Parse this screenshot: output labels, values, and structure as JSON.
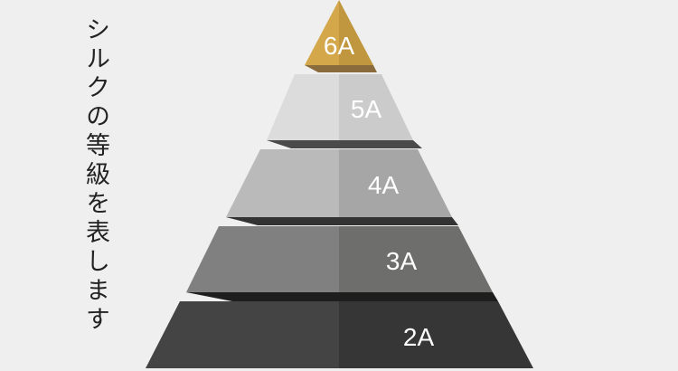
{
  "title": "シルクの等級を表します",
  "levels": [
    {
      "label": "6A",
      "left": "#d4a84a",
      "right": "#c0963f",
      "shadow": "#8a6b3b"
    },
    {
      "label": "5A",
      "left": "#dcdcdc",
      "right": "#cbcbcb",
      "shadow": "#4a4a4a"
    },
    {
      "label": "4A",
      "left": "#bababa",
      "right": "#a6a6a6",
      "shadow": "#333333"
    },
    {
      "label": "3A",
      "left": "#808080",
      "right": "#6e6e6d",
      "shadow": "#1e1e1e"
    },
    {
      "label": "2A",
      "left": "#444444",
      "right": "#363636",
      "shadow": "#2a2a2a"
    }
  ]
}
